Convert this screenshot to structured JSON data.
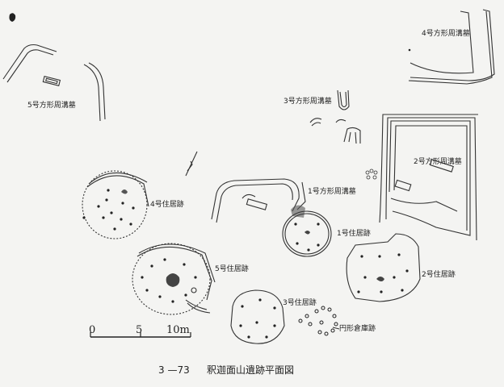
{
  "labels": {
    "pit_tomb_5": "5号方形周溝墓",
    "pit_tomb_4": "4号方形周溝墓",
    "pit_tomb_3": "3号方形周溝墓",
    "pit_tomb_2": "2号方形周溝墓",
    "pit_tomb_1": "1号方形周溝墓",
    "dwelling_4": "4号住居跡",
    "dwelling_5": "5号住居跡",
    "dwelling_1": "1号住居跡",
    "dwelling_2": "2号住居跡",
    "dwelling_3": "3号住居跡",
    "storehouse": "円形倉庫跡"
  },
  "scale": {
    "tick_0": "0",
    "tick_5": "5",
    "tick_10": "10m"
  },
  "caption": {
    "number": "3 —73",
    "title": "釈迦面山遺跡平面図"
  }
}
